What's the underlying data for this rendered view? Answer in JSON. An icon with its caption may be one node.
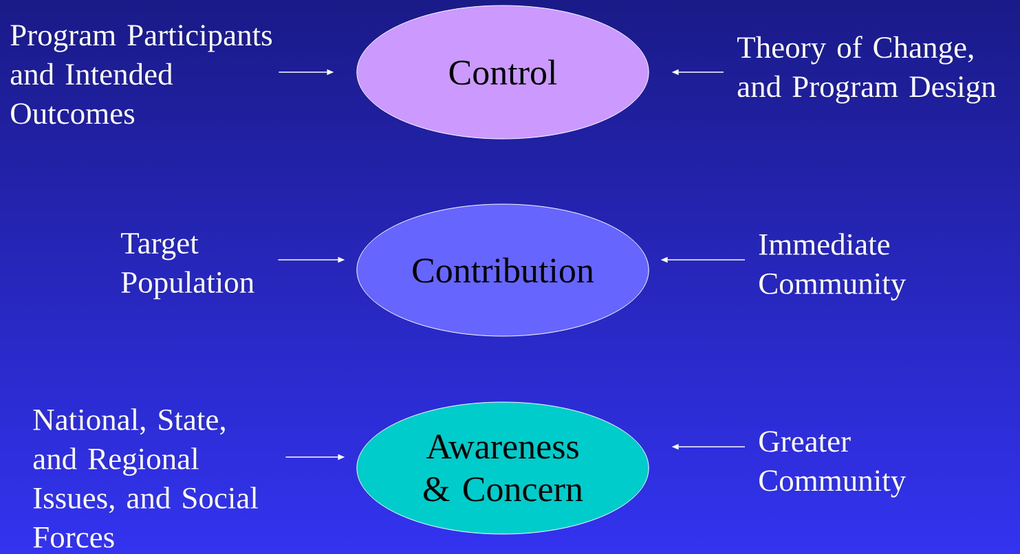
{
  "diagram": {
    "nodes": [
      {
        "text": [
          "Program Participants and Intended Outcomes"
        ]
      },
      {
        "text": [
          "Control"
        ]
      },
      {
        "text": [
          "Theory of Change, and Program Design"
        ]
      },
      {
        "text": [
          "Target Population"
        ]
      },
      {
        "text": [
          "Contribution"
        ]
      },
      {
        "text": [
          "Immediate Community"
        ]
      },
      {
        "text": [
          "National, State, and Regional Issues, and Social Forces"
        ]
      },
      {
        "text": [
          "Awareness & Concern"
        ]
      },
      {
        "text": [
          "Greater Community"
        ]
      }
    ],
    "edges": [
      {
        "from": 0,
        "to": 1,
        "arrow": "to"
      },
      {
        "from": 2,
        "to": 1,
        "arrow": "to"
      },
      {
        "from": 3,
        "to": 4,
        "arrow": "to"
      },
      {
        "from": 5,
        "to": 4,
        "arrow": "to"
      },
      {
        "from": 6,
        "to": 7,
        "arrow": "to"
      },
      {
        "from": 8,
        "to": 7,
        "arrow": "to"
      }
    ]
  }
}
